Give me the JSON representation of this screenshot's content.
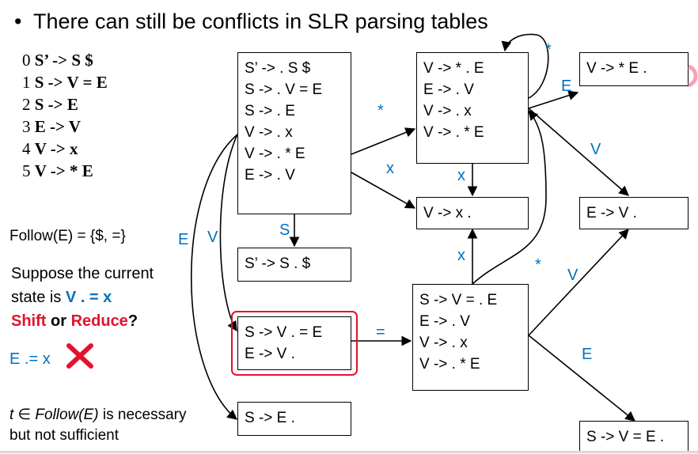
{
  "title": "There can still be conflicts in SLR parsing tables",
  "grammar": [
    {
      "num": "0",
      "rule": "S’ -> S $"
    },
    {
      "num": "1",
      "rule": "S -> V = E"
    },
    {
      "num": "2",
      "rule": "S -> E"
    },
    {
      "num": "3",
      "rule": "E -> V"
    },
    {
      "num": "4",
      "rule": "V -> x"
    },
    {
      "num": "5",
      "rule": "V -> * E"
    }
  ],
  "follow": "Follow(E) = {$, =}",
  "question": {
    "line1": "Suppose the current",
    "line2_prefix": "state is ",
    "state_text": "V . = x",
    "shift": "Shift",
    "or": " or ",
    "reduce": "Reduce",
    "qmark": "?"
  },
  "reduced_item": "E .= x",
  "note": {
    "t": "t",
    "in": " ∈ ",
    "follow_e": "Follow(E)",
    "rest1": " is necessary",
    "line2": "but not sufficient"
  },
  "states": {
    "s0": [
      "S’ -> . S $",
      "S -> . V = E",
      "S -> . E",
      "V -> . x",
      "V -> . * E",
      "E -> . V"
    ],
    "s1": [
      "S’ -> S . $"
    ],
    "s2": [
      "S -> V . = E",
      "E -> V ."
    ],
    "s3": [
      "S -> E ."
    ],
    "s4": [
      "V -> * . E",
      "E -> . V",
      "V -> . x",
      "V -> . * E"
    ],
    "s5": [
      "V -> x ."
    ],
    "s6": [
      "S -> V = . E",
      "E -> . V",
      "V -> . x",
      "V -> . * E"
    ],
    "s7": [
      "V -> * E ."
    ],
    "s8": [
      "E -> V ."
    ],
    "s9": [
      "S -> V = E ."
    ]
  },
  "edge_labels": {
    "s0_s4": "*",
    "s0_s5": "x",
    "s0_s1": "S",
    "s0_s3": "E",
    "s0_s2": "V",
    "s2_s6": "=",
    "s4_s5": "x",
    "s4_s4": "*",
    "s4_s7": "E",
    "s4_s8": "V",
    "s6_s5": "x",
    "s6_s4": "*",
    "s6_s8": "V",
    "s6_s9": "E"
  },
  "colors": {
    "accent_blue": "#0070c0",
    "highlight_red": "#e3122c"
  }
}
